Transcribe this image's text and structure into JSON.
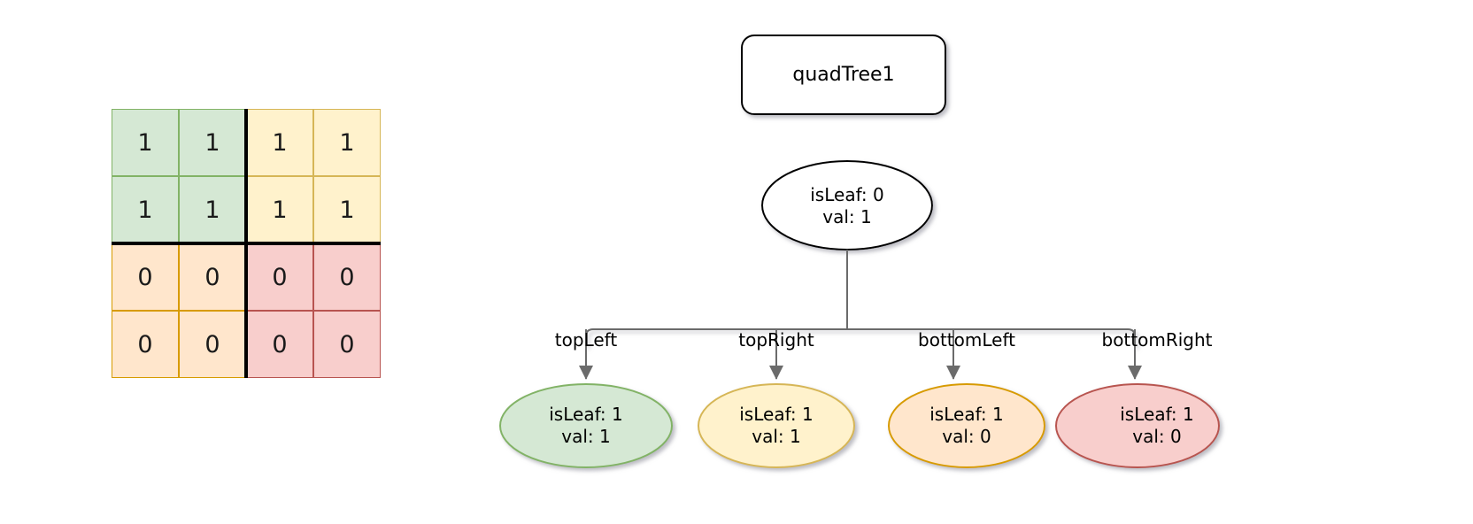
{
  "matrix": {
    "title": "quad-tree-source-matrix",
    "quadrants": [
      {
        "name": "topLeft",
        "fill": "#d5e8d4",
        "stroke": "#82b366",
        "values": [
          "1",
          "1",
          "1",
          "1"
        ]
      },
      {
        "name": "topRight",
        "fill": "#fff2cc",
        "stroke": "#d6b656",
        "values": [
          "1",
          "1",
          "1",
          "1"
        ]
      },
      {
        "name": "bottomLeft",
        "fill": "#ffe6cc",
        "stroke": "#d79b00",
        "values": [
          "0",
          "0",
          "0",
          "0"
        ]
      },
      {
        "name": "bottomRight",
        "fill": "#f8cecc",
        "stroke": "#b85450",
        "values": [
          "0",
          "0",
          "0",
          "0"
        ]
      }
    ]
  },
  "tree": {
    "root_box": {
      "label": "quadTree1"
    },
    "root_node": {
      "line1": "isLeaf: 0",
      "line2": "val: 1"
    },
    "edges": [
      {
        "label": "topLeft"
      },
      {
        "label": "topRight"
      },
      {
        "label": "bottomLeft"
      },
      {
        "label": "bottomRight"
      }
    ],
    "leaves": [
      {
        "line1": "isLeaf: 1",
        "line2": "val: 1",
        "fill": "#d5e8d4",
        "stroke": "#82b366"
      },
      {
        "line1": "isLeaf: 1",
        "line2": "val: 1",
        "fill": "#fff2cc",
        "stroke": "#d6b656"
      },
      {
        "line1": "isLeaf: 1",
        "line2": "val: 0",
        "fill": "#ffe6cc",
        "stroke": "#d79b00"
      },
      {
        "line1": "isLeaf: 1",
        "line2": "val: 0",
        "fill": "#f8cecc",
        "stroke": "#b85450"
      }
    ]
  },
  "colors": {
    "edge_stroke": "#6b6b6b",
    "node_stroke": "#000000",
    "text": "#000000",
    "background": "#ffffff"
  }
}
